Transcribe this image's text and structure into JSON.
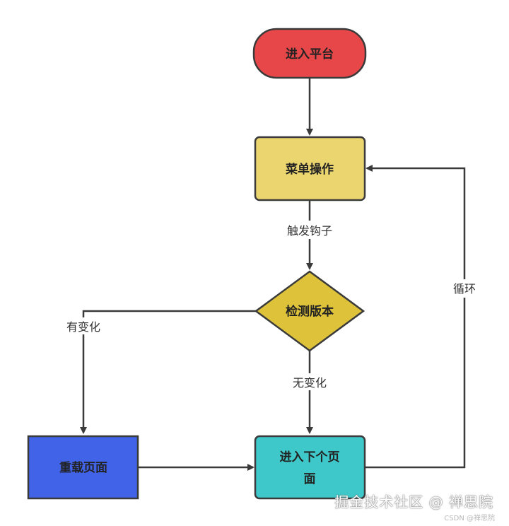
{
  "nodes": {
    "start": "进入平台",
    "menu": "菜单操作",
    "check": "检测版本",
    "reload": "重载页面",
    "next_line1": "进入下个页",
    "next_line2": "面"
  },
  "edges": {
    "trigger_hook": "触发钩子",
    "changed": "有变化",
    "unchanged": "无变化",
    "loop": "循环"
  },
  "colors": {
    "start": "#e8474a",
    "menu": "#ebd56f",
    "check": "#dec33a",
    "reload": "#4063e8",
    "next": "#3ec8c9",
    "line": "#3a3a3a"
  },
  "watermark": {
    "main": "掘金技术社区 @ 禅思院",
    "small": "CSDN @禅思院"
  }
}
